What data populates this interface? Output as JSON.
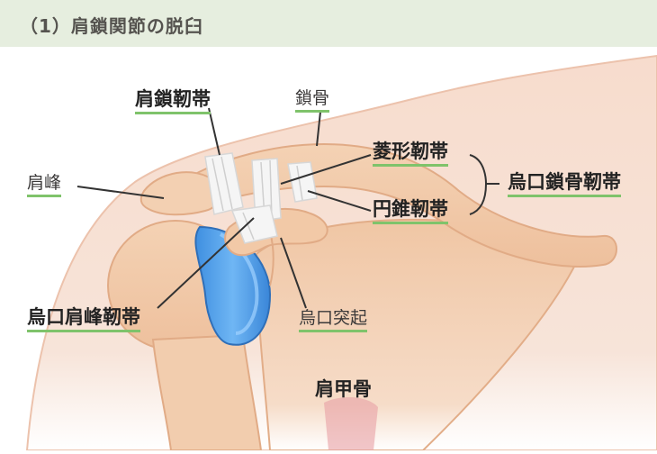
{
  "header": {
    "title": "（1）肩鎖関節の脱臼"
  },
  "labels": {
    "acromioclavicular_ligament": "肩鎖靭帯",
    "clavicle": "鎖骨",
    "trapezoid_ligament": "菱形靭帯",
    "acromion": "肩峰",
    "coracoclavicular_ligament": "烏口鎖骨靭帯",
    "conoid_ligament": "円錐靭帯",
    "coracoacromial_ligament": "烏口肩峰靭帯",
    "coracoid_process": "烏口突起",
    "scapula": "肩甲骨"
  },
  "colors": {
    "header_bg": "#e6eedf",
    "skin": "#f6d9c8",
    "bone": "#f0c9a6",
    "ligament": "#f3f3f3",
    "cartilage": "#4f9ee6",
    "underline": "#7fc36b"
  }
}
